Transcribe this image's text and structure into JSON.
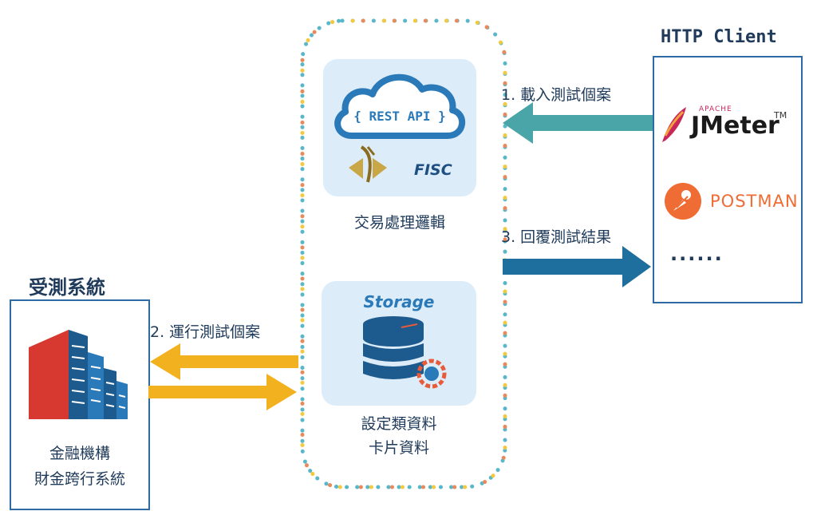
{
  "left_system": {
    "title": "受測系統",
    "line1": "金融機構",
    "line2": "財金跨行系統"
  },
  "middle": {
    "api_label": "{ REST API }",
    "fisc_label": "FISC",
    "logic_caption": "交易處理邏輯",
    "storage_title": "Storage",
    "data_line1": "設定類資料",
    "data_line2": "卡片資料"
  },
  "client": {
    "title": "HTTP Client",
    "jmeter_small": "APACHE",
    "jmeter_name": "JMeter",
    "jmeter_tm": "TM",
    "postman_name": "POSTMAN",
    "more": "......"
  },
  "steps": {
    "step1": "1. 載入測試個案",
    "step2": "2. 運行測試個案",
    "step3": "3. 回覆測試結果"
  },
  "colors": {
    "teal_arrow": "#4aa5a8",
    "blue_arrow": "#1e6e9e",
    "yellow_arrow": "#f2b21f",
    "box_border": "#2e6aa3",
    "panel_bg": "#dcecf8",
    "postman_orange": "#ef6c34"
  }
}
